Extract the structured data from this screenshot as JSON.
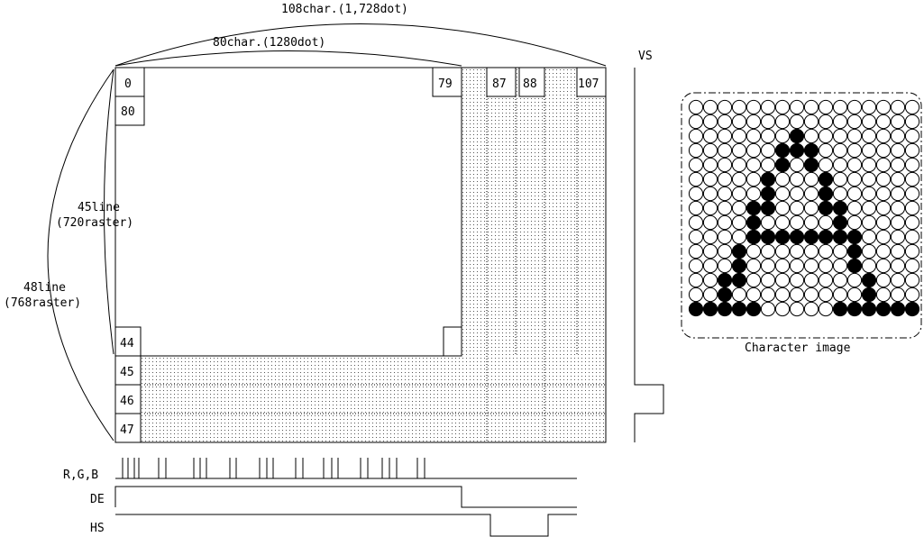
{
  "labels": {
    "total_width": "108char.(1,728dot)",
    "active_width": "80char.(1280dot)",
    "active_lines_1": "45line",
    "active_lines_2": "(720raster)",
    "total_lines_1": "48line",
    "total_lines_2": "(768raster)",
    "vs": "VS",
    "rgb": "R,G,B",
    "de": "DE",
    "hs": "HS",
    "character_image": "Character image"
  },
  "cells": {
    "c0": "0",
    "c80": "80",
    "c79": "79",
    "c87": "87",
    "c88": "88",
    "c107": "107",
    "r44": "44",
    "r45": "45",
    "r46": "46",
    "r47": "47"
  },
  "glyph": {
    "cols": 16,
    "rows": 15,
    "filled_rows": [
      "................",
      "................",
      ".......#........",
      "......###.......",
      "......#.#.......",
      ".....#...#......",
      ".....#...#......",
      "....##...##.....",
      "....#.....#.....",
      "....########....",
      "...#.......#....",
      "...#.......#....",
      "..##........#...",
      "..#.........#...",
      "#####.....######"
    ]
  },
  "colors": {
    "line": "#000000",
    "dot_fill": "#000000",
    "empty_dot": "#ffffff"
  }
}
